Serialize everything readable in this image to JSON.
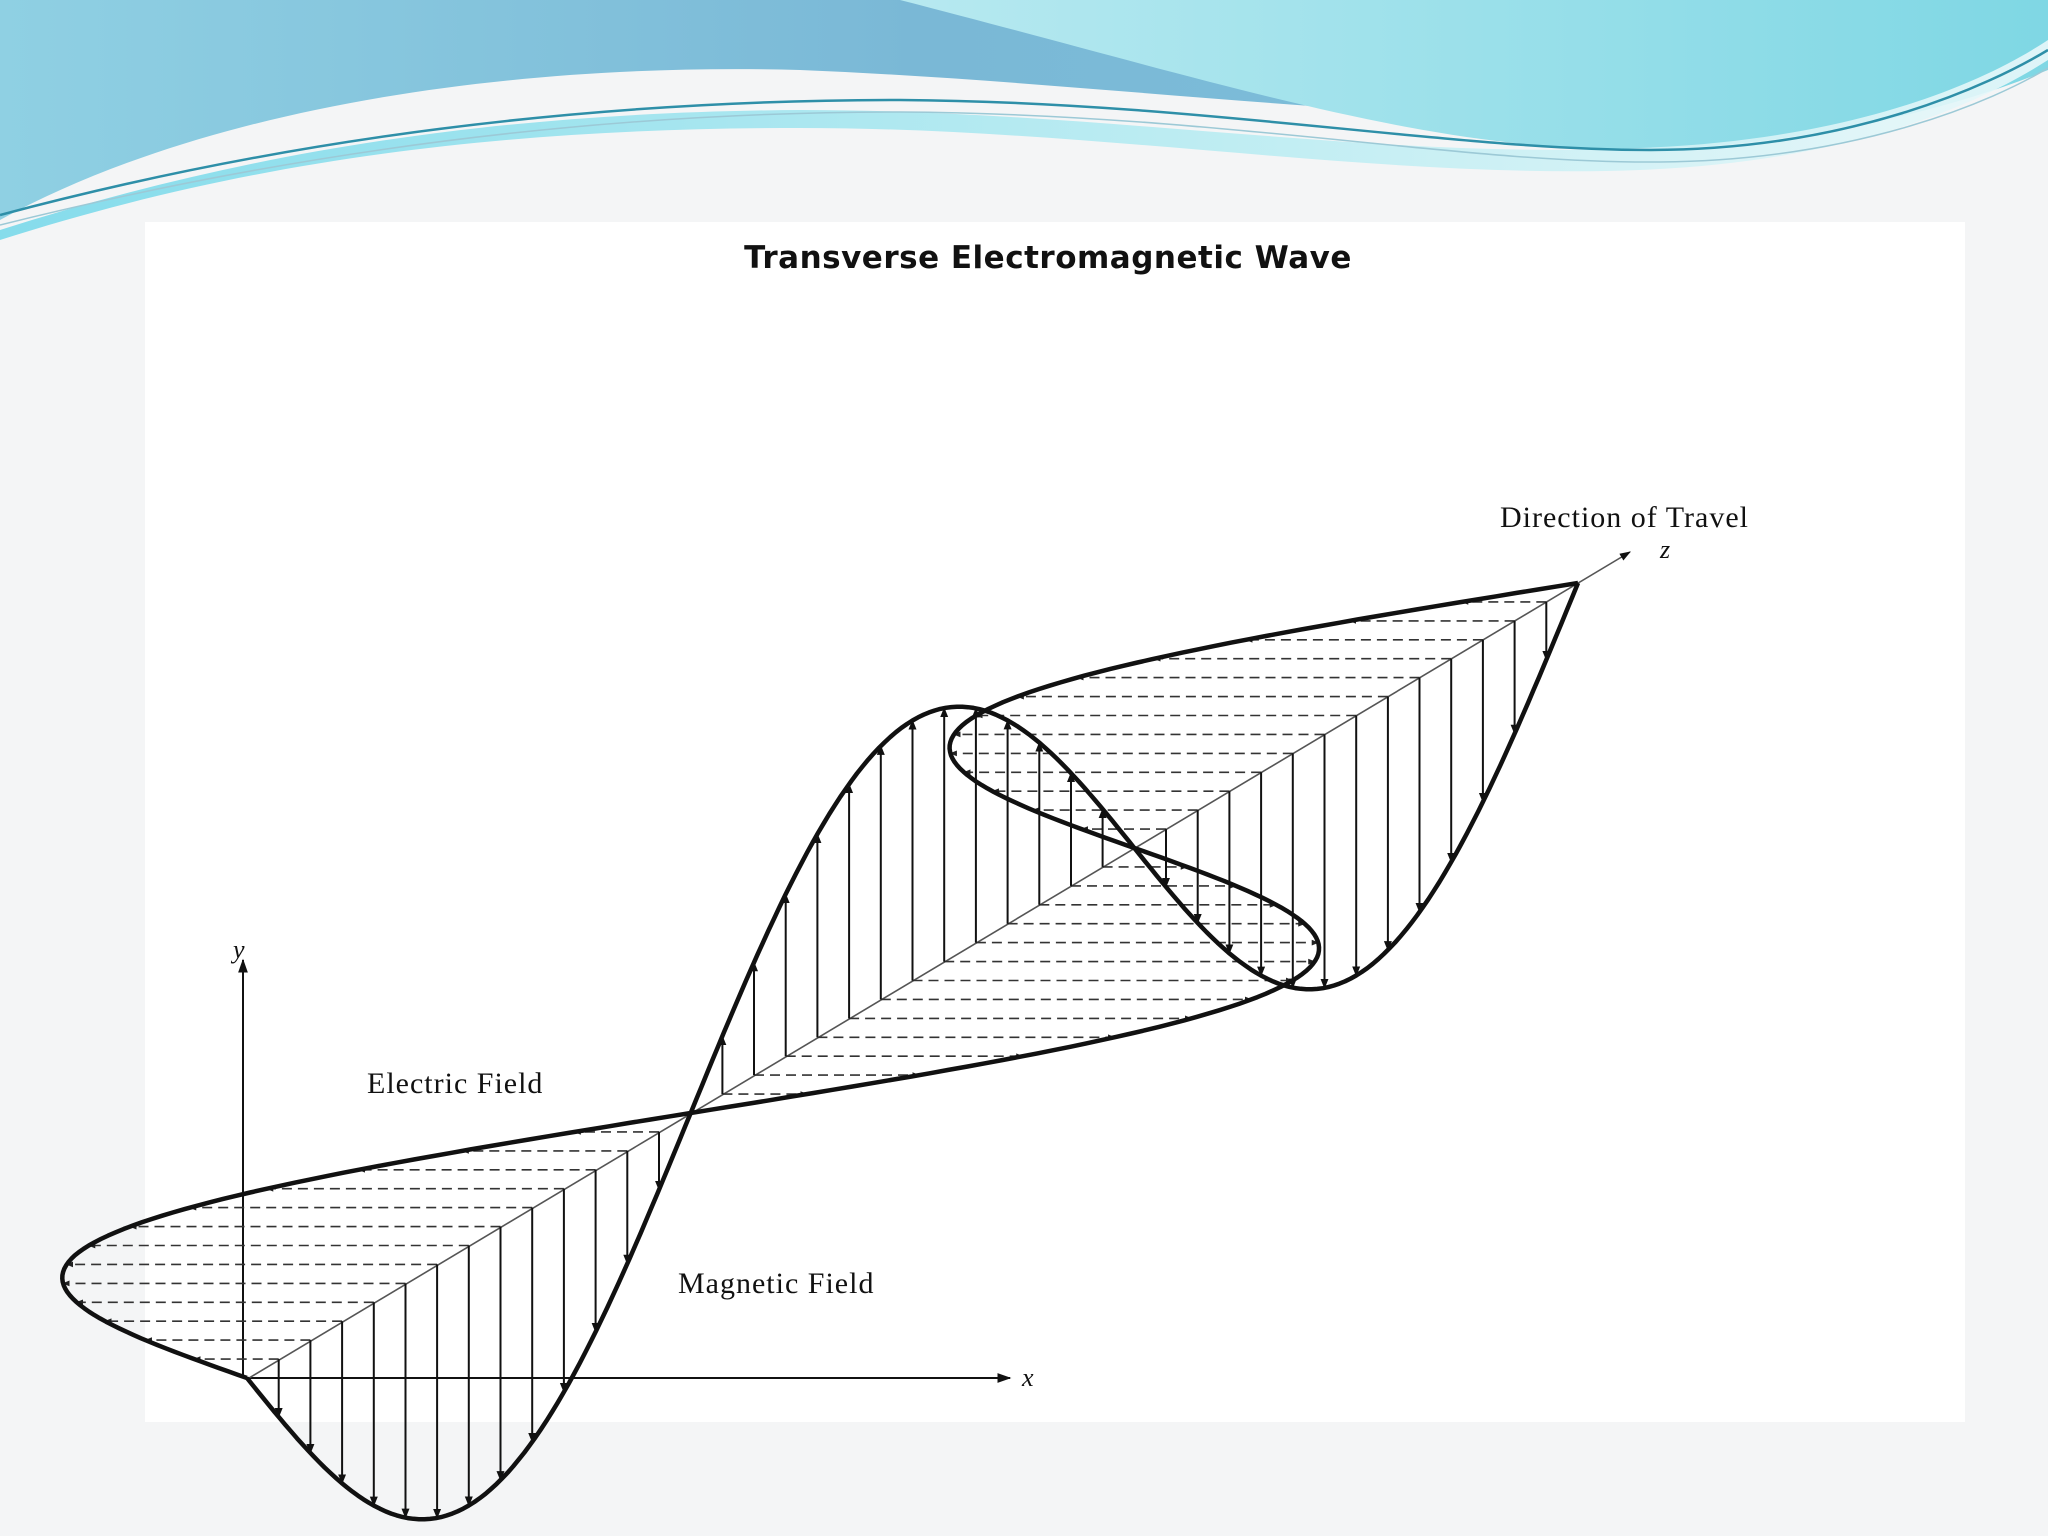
{
  "slide": {
    "title": "Transverse Electromagnetic Wave",
    "colors": {
      "banner_dark": "#7ab8d6",
      "banner_light": "#9fe3ee",
      "background": "#f4f5f6"
    }
  },
  "diagram": {
    "labels": {
      "direction": "Direction of Travel",
      "electric": "Electric Field",
      "magnetic": "Magnetic Field"
    },
    "axes": {
      "x": "x",
      "y": "y",
      "z": "z"
    }
  }
}
